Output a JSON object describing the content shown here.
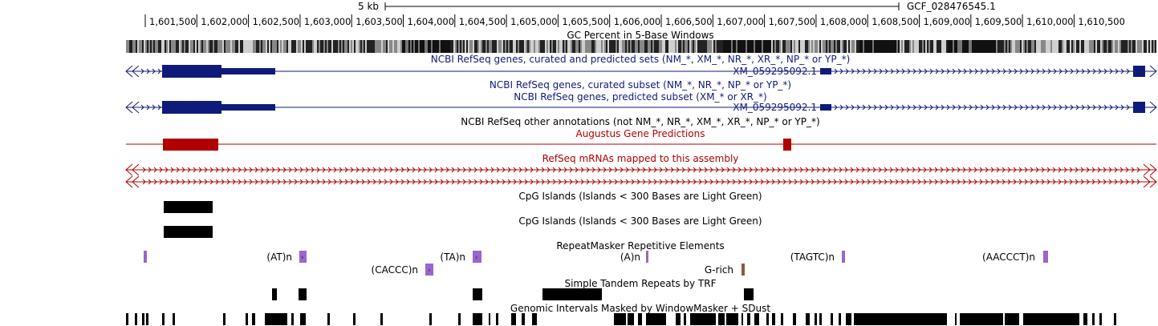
{
  "ruler": {
    "scale_label": "5 kb",
    "assembly_label": "GCF_028476545.1",
    "ticks": [
      "1,601,500",
      "1,602,000",
      "1,602,500",
      "1,603,000",
      "1,603,500",
      "1,604,000",
      "1,604,500",
      "1,605,000",
      "1,605,500",
      "1,606,000",
      "1,606,500",
      "1,607,000",
      "1,607,500",
      "1,608,000",
      "1,608,500",
      "1,609,000",
      "1,609,500",
      "1,610,000",
      "1,610,500"
    ]
  },
  "tracks": {
    "gc_percent": "GC Percent in 5-Base Windows",
    "refseq_all": "NCBI RefSeq genes, curated and predicted sets (NM_*, XM_*, NR_*, XR_*, NP_* or YP_*)",
    "refseq_all_gene": "XM_059295092.1",
    "refseq_curated": "NCBI RefSeq genes, curated subset (NM_*, NR_*, NP_* or YP_*)",
    "refseq_predicted": "NCBI RefSeq genes, predicted subset (XM_* or XR_*)",
    "refseq_predicted_gene": "XM_059295092.1",
    "refseq_other": "NCBI RefSeq other annotations (not NM_*, NR_*, XM_*, XR_*, NP_* or YP_*)",
    "augustus": "Augustus Gene Predictions",
    "refseq_mrna": "RefSeq mRNAs mapped to this assembly",
    "cpg1": "CpG Islands (Islands < 300 Bases are Light Green)",
    "cpg2": "CpG Islands (Islands < 300 Bases are Light Green)",
    "repeatmasker": "RepeatMasker Repetitive Elements",
    "trf": "Simple Tandem Repeats by TRF",
    "windowmasker": "Genomic Intervals Masked by WindowMasker + SDust"
  },
  "repeats": {
    "at": "(AT)n",
    "ta": "(TA)n",
    "a": "(A)n",
    "tagtc": "(TAGTC)n",
    "aaccct": "(AACCCT)n",
    "caccc": "(CACCC)n",
    "grich": "G-rich"
  },
  "colors": {
    "navy": "#0f1b7a",
    "red": "#b00000",
    "repeat_purple": "#9966cc",
    "grich_brown": "#8a5a44"
  }
}
